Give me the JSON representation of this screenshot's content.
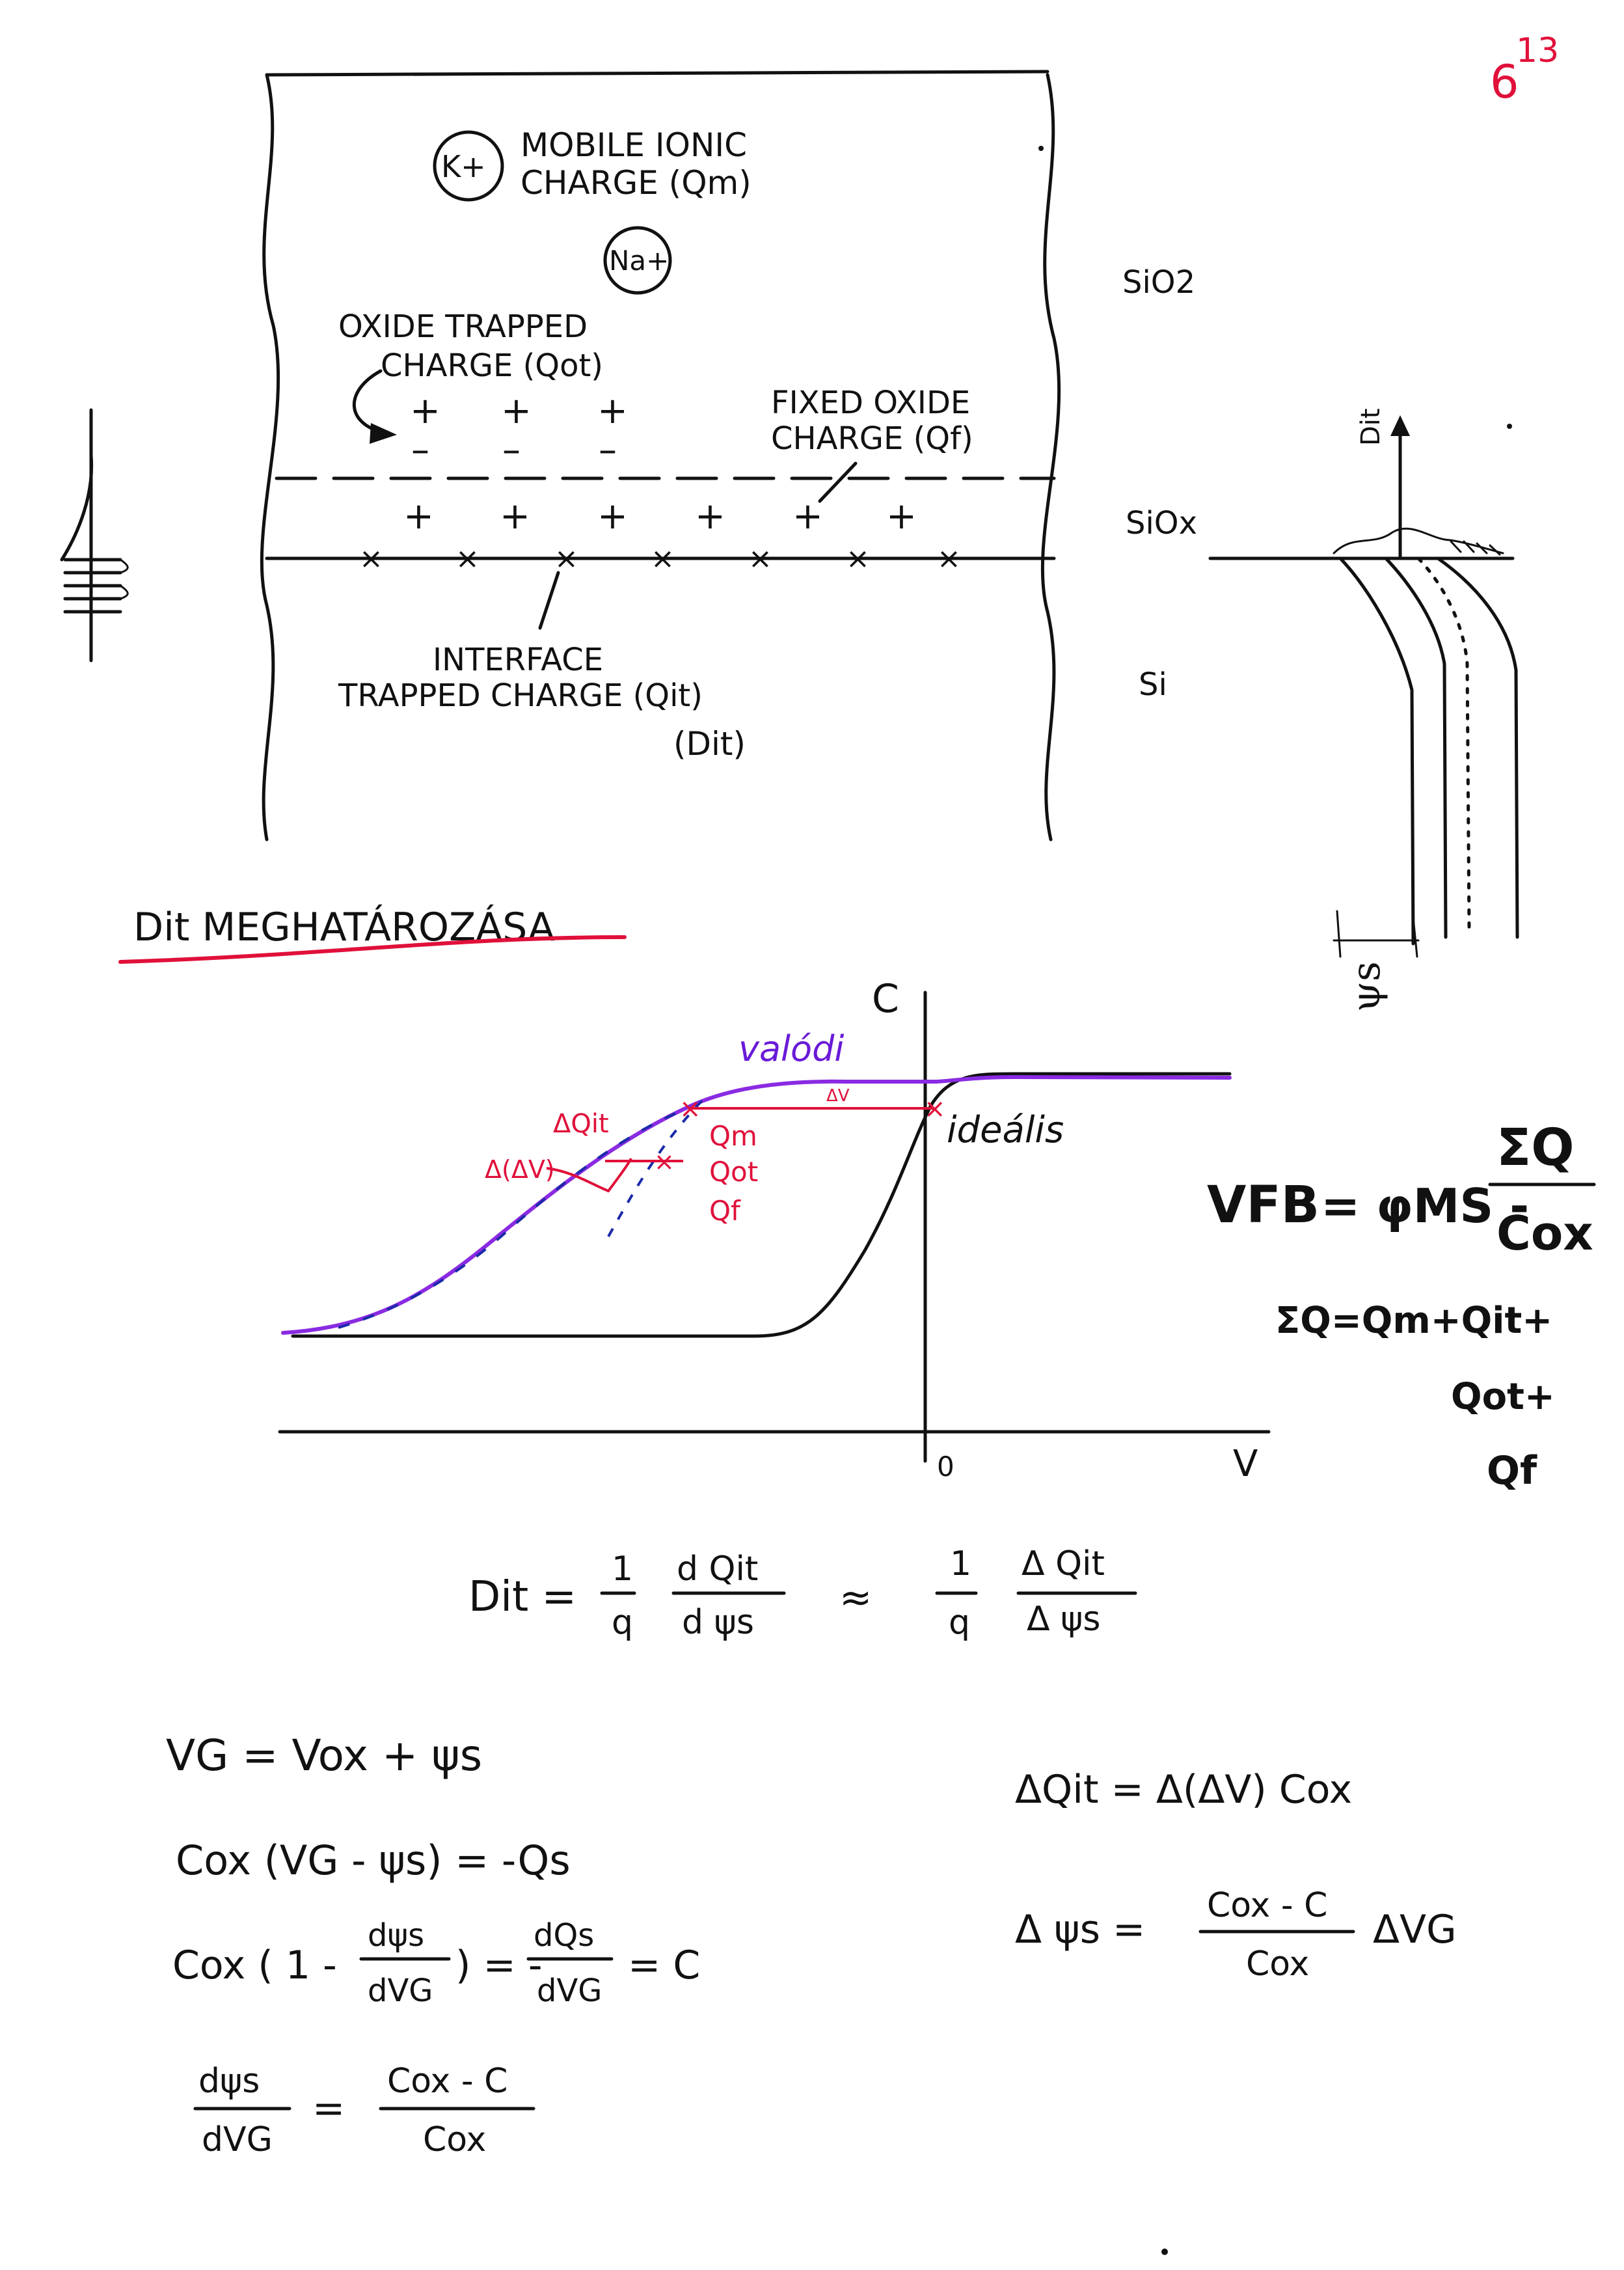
{
  "page_number": "6",
  "page_number_superscript": "13",
  "oxide_figure": {
    "k_ion": "K+",
    "na_ion": "Na+",
    "mobile_charge_line1": "MOBILE IONIC",
    "mobile_charge_line2": "CHARGE (Qm)",
    "oxide_trapped_line1": "OXIDE TRAPPED",
    "oxide_trapped_line2": "CHARGE (Qot)",
    "fixed_oxide_line1": "FIXED OXIDE",
    "fixed_oxide_line2": "CHARGE (Qf)",
    "interface_line1": "INTERFACE",
    "interface_line2": "TRAPPED CHARGE (Qit)",
    "dit_label": "(Dit)",
    "layer_sio2": "SiO2",
    "layer_siox": "SiOx",
    "layer_si": "Si",
    "dit_axis_label": "Dit",
    "psi_s_label": "ψs"
  },
  "section_title": "Dit MEGHATÁROZÁSA",
  "cv_plot": {
    "y_axis_label": "C",
    "x_axis_label": "V",
    "origin_label": "0",
    "real_curve_label": "valódi",
    "ideal_curve_label": "ideális",
    "delta_v_label": "ΔV",
    "delta_qit_label": "ΔQit",
    "delta_delta_v_label": "Δ(ΔV)",
    "charges": [
      "Qm",
      "Qot",
      "Qf"
    ]
  },
  "vfb_formula": {
    "lhs": "VFB",
    "eq": "= φMS -",
    "num": "ΣQ",
    "den": "Cox",
    "sum_line1": "ΣQ=Qm+Qit+",
    "sum_line2": "Qot+",
    "sum_line3": "Qf"
  },
  "dit_formula": {
    "lhs": "Dit =",
    "frac1_num": "1",
    "frac1_den": "q",
    "frac2_num": "d Qit",
    "frac2_den": "d ψs",
    "approx": "≈",
    "frac3_num": "1",
    "frac3_den": "q",
    "frac4_num": "Δ Qit",
    "frac4_den": "Δ ψs"
  },
  "left_equations": {
    "eq1": "VG = Vox + ψs",
    "eq2": "Cox (VG - ψs) = -Qs",
    "eq3_prefix": "Cox ( 1 -",
    "eq3_num": "dψs",
    "eq3_den": "dVG",
    "eq3_mid": ") = -",
    "eq3_num2": "dQs",
    "eq3_den2": "dVG",
    "eq3_suffix": "= C",
    "eq4_num": "dψs",
    "eq4_den": "dVG",
    "eq4_eq": "=",
    "eq4_rnum": "Cox - C",
    "eq4_rden": "Cox"
  },
  "right_equations": {
    "eq1": "ΔQit = Δ(ΔV) Cox",
    "eq2_lhs": "Δ ψs  =",
    "eq2_num": "Cox - C",
    "eq2_den": "Cox",
    "eq2_suffix": "ΔVG"
  }
}
